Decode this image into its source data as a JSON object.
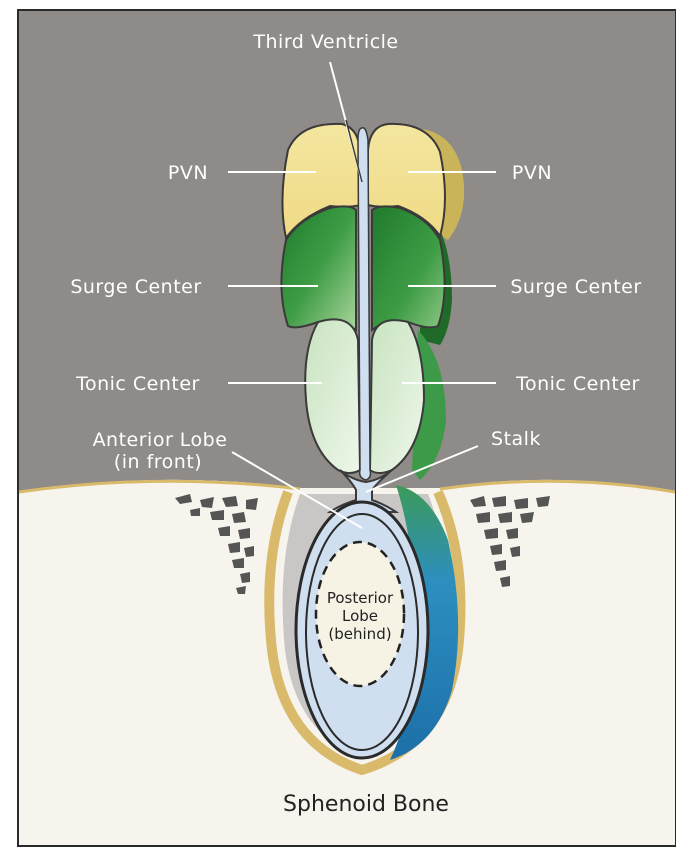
{
  "diagram": {
    "labels": {
      "third_ventricle": "Third Ventricle",
      "pvn_left": "PVN",
      "pvn_right": "PVN",
      "surge_left": "Surge Center",
      "surge_right": "Surge Center",
      "tonic_left": "Tonic Center",
      "tonic_right": "Tonic Center",
      "anterior_lobe_line1": "Anterior Lobe",
      "anterior_lobe_line2": "(in front)",
      "stalk": "Stalk",
      "posterior_line1": "Posterior",
      "posterior_line2": "Lobe",
      "posterior_line3": "(behind)",
      "sphenoid_bone": "Sphenoid Bone"
    },
    "colors": {
      "brain_background": "#8f8b89",
      "bone": "#f7f4ee",
      "bone_edge": "#d8ba6a",
      "pvn": "#f2e39a",
      "surge_center": "#3f9a46",
      "tonic_center": "#d8ecd2",
      "anterior_lobe": "#cfdff0",
      "posterior_lobe": "#f6f2e4",
      "blue_shadow": "#2a8fc7"
    }
  }
}
